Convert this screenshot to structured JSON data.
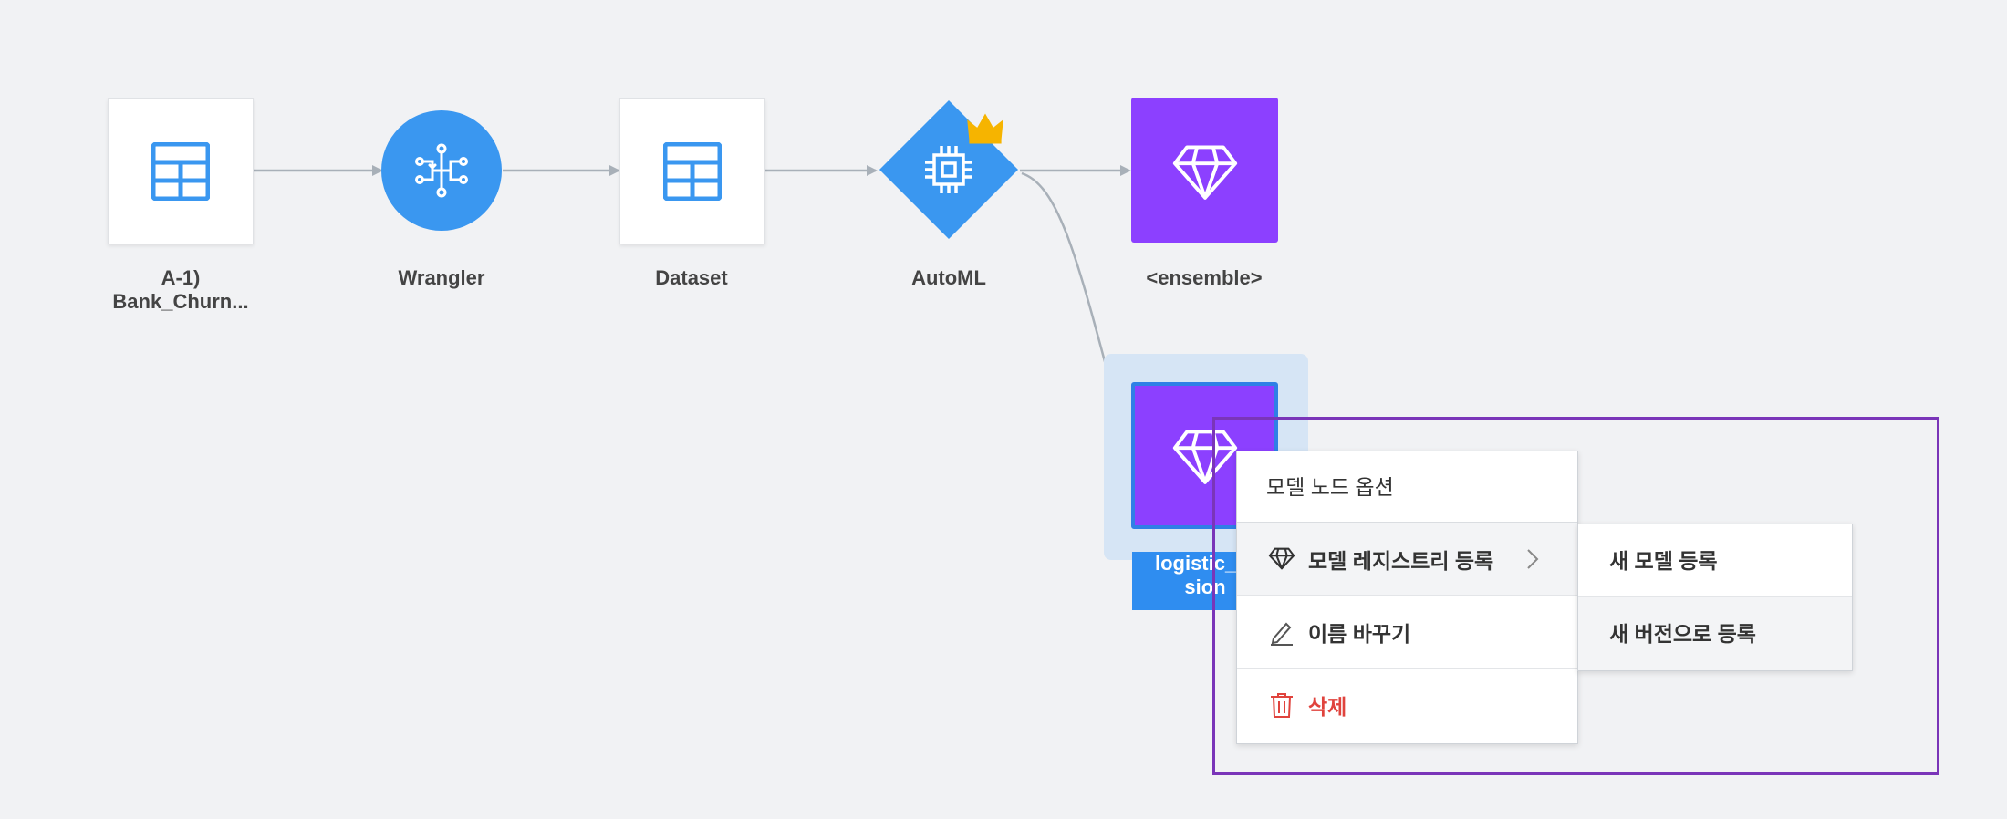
{
  "colors": {
    "canvas_bg": "#f1f2f4",
    "node_blue": "#3a97f0",
    "model_purple": "#8c40ff",
    "edge_gray": "#a8b0b8",
    "delete_red": "#e0433d",
    "crown_gold": "#f6b400",
    "highlight_border": "#7a35b8"
  },
  "nodes": [
    {
      "type": "table",
      "icon": "table-icon",
      "label_line1": "A-1)",
      "label_line2": "Bank_Churn..."
    },
    {
      "type": "circle",
      "icon": "wrangler-icon",
      "label": "Wrangler"
    },
    {
      "type": "table",
      "icon": "table-icon",
      "label": "Dataset"
    },
    {
      "type": "diamond",
      "icon": "chip-icon",
      "badge": "crown-icon",
      "label": "AutoML"
    },
    {
      "type": "model",
      "icon": "gem-icon",
      "label": "<ensemble>"
    },
    {
      "type": "model",
      "icon": "gem-icon",
      "selected": true,
      "label_line1": "logistic_re",
      "label_line2": "sion"
    }
  ],
  "context_menu": {
    "title": "모델 노드 옵션",
    "items": [
      {
        "icon": "gem-icon",
        "label": "모델 레지스트리 등록",
        "has_submenu": true,
        "active": true
      },
      {
        "icon": "pencil-icon",
        "label": "이름 바꾸기"
      },
      {
        "icon": "trash-icon",
        "label": "삭제",
        "danger": true
      }
    ],
    "submenu": [
      {
        "label": "새 모델 등록"
      },
      {
        "label": "새 버전으로 등록",
        "hover": true
      }
    ]
  }
}
